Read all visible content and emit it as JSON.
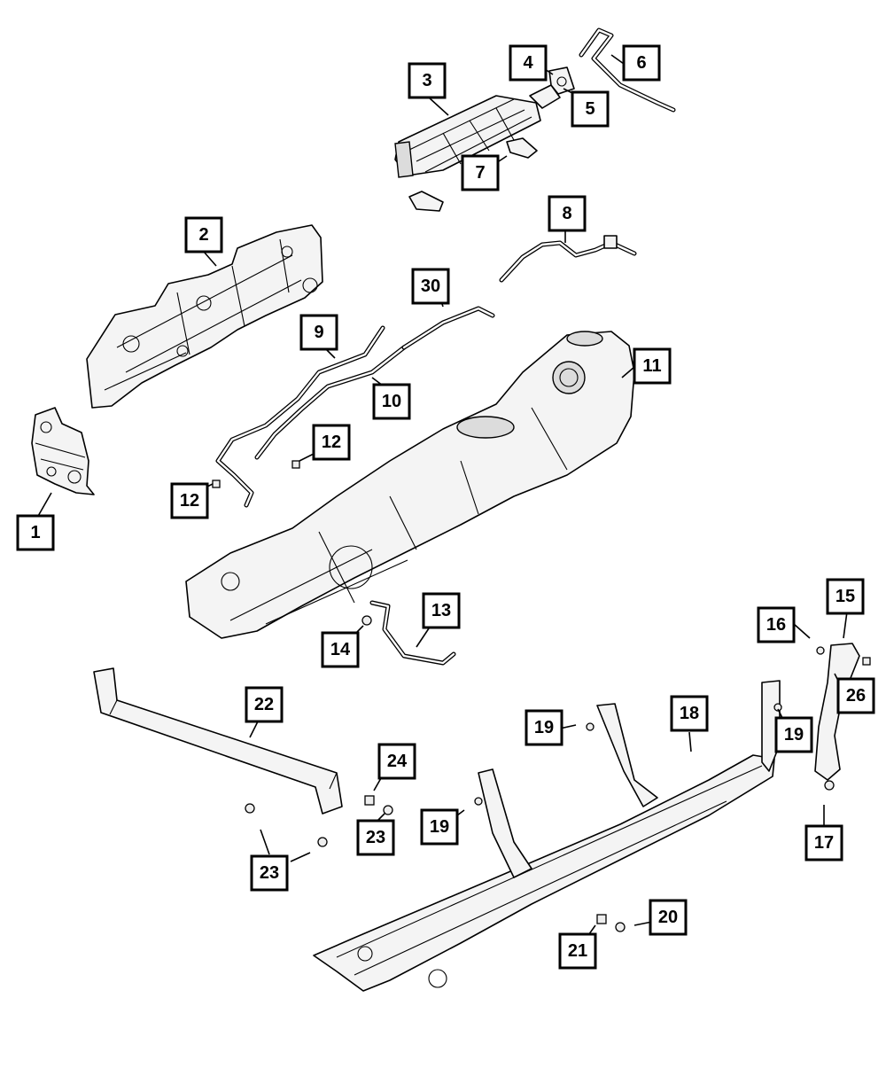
{
  "callouts": [
    {
      "id": "c1",
      "label": "1"
    },
    {
      "id": "c2",
      "label": "2"
    },
    {
      "id": "c3",
      "label": "3"
    },
    {
      "id": "c4",
      "label": "4"
    },
    {
      "id": "c5",
      "label": "5"
    },
    {
      "id": "c6",
      "label": "6"
    },
    {
      "id": "c7",
      "label": "7"
    },
    {
      "id": "c8",
      "label": "8"
    },
    {
      "id": "c9",
      "label": "9"
    },
    {
      "id": "c10",
      "label": "10"
    },
    {
      "id": "c11",
      "label": "11"
    },
    {
      "id": "c12a",
      "label": "12"
    },
    {
      "id": "c12b",
      "label": "12"
    },
    {
      "id": "c13",
      "label": "13"
    },
    {
      "id": "c14",
      "label": "14"
    },
    {
      "id": "c15",
      "label": "15"
    },
    {
      "id": "c16",
      "label": "16"
    },
    {
      "id": "c17",
      "label": "17"
    },
    {
      "id": "c18",
      "label": "18"
    },
    {
      "id": "c19a",
      "label": "19"
    },
    {
      "id": "c19b",
      "label": "19"
    },
    {
      "id": "c19c",
      "label": "19"
    },
    {
      "id": "c20",
      "label": "20"
    },
    {
      "id": "c21",
      "label": "21"
    },
    {
      "id": "c22",
      "label": "22"
    },
    {
      "id": "c23a",
      "label": "23"
    },
    {
      "id": "c23b",
      "label": "23"
    },
    {
      "id": "c24",
      "label": "24"
    },
    {
      "id": "c26",
      "label": "26"
    },
    {
      "id": "c30",
      "label": "30"
    }
  ]
}
